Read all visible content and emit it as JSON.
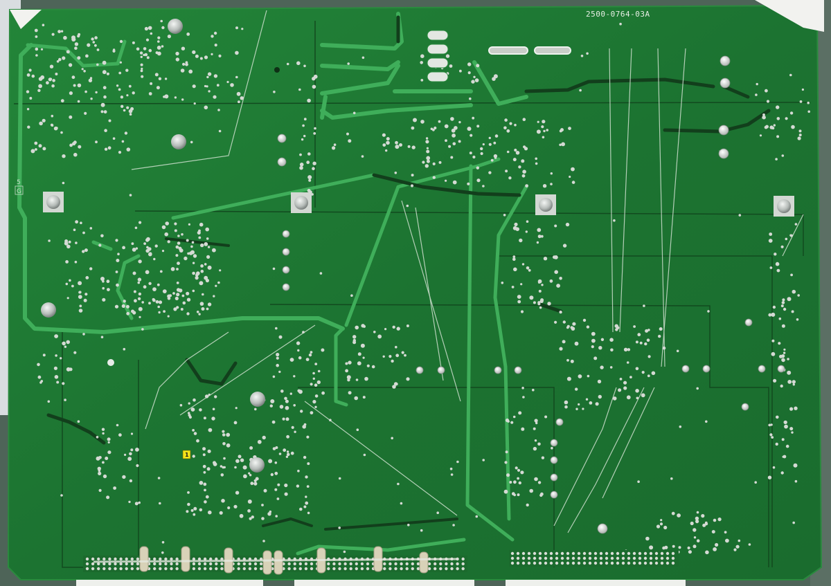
{
  "board": {
    "part_number": "2500-0764-03A",
    "marker_label": "1",
    "side_label_top": "5",
    "side_label_box": "G"
  },
  "colors": {
    "background_left": "#d9dde0",
    "table": "#4e6458",
    "board_green": "#1f7a34",
    "board_edge": "#2a8a3e",
    "trace_light": "#3fae5a",
    "trace_dark": "#123f1c",
    "pad_silver": "#d8dcd6",
    "screw": "#bfc4c2"
  }
}
